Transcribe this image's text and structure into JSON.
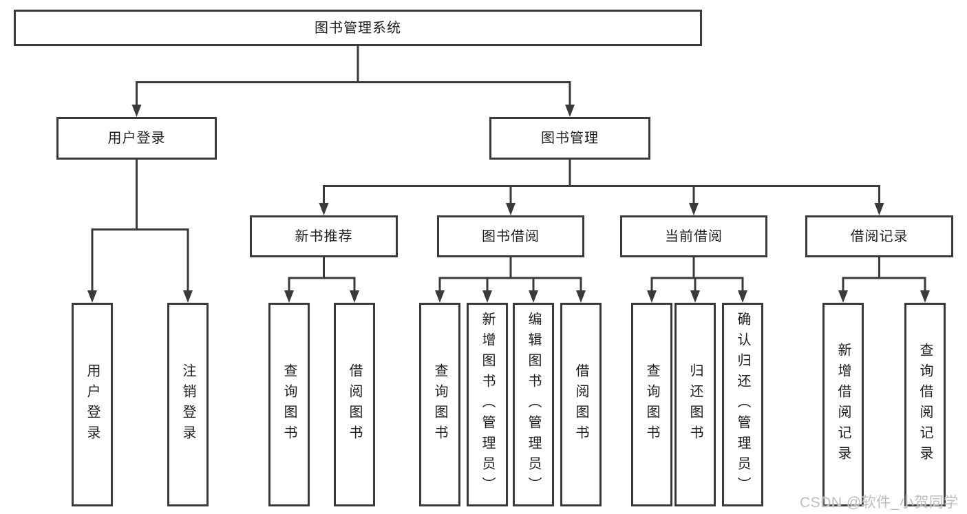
{
  "diagram_title": "图书管理系统",
  "tree": {
    "label": "图书管理系统",
    "children": [
      {
        "label": "用户登录",
        "children": [
          {
            "label": "用户登录"
          },
          {
            "label": "注销登录"
          }
        ]
      },
      {
        "label": "图书管理",
        "children": [
          {
            "label": "新书推荐",
            "children": [
              {
                "label": "查询图书"
              },
              {
                "label": "借阅图书"
              }
            ]
          },
          {
            "label": "图书借阅",
            "children": [
              {
                "label": "查询图书"
              },
              {
                "label": "新增图书（管理员）"
              },
              {
                "label": "编辑图书（管理员）"
              },
              {
                "label": "借阅图书"
              }
            ]
          },
          {
            "label": "当前借阅",
            "children": [
              {
                "label": "查询图书"
              },
              {
                "label": "归还图书"
              },
              {
                "label": "确认归还（管理员）"
              }
            ]
          },
          {
            "label": "借阅记录",
            "children": [
              {
                "label": "新增借阅记录"
              },
              {
                "label": "查询借阅记录"
              }
            ]
          }
        ]
      }
    ]
  },
  "watermark": {
    "text": "CSDN @软件_小贺同学"
  },
  "colors": {
    "line": "#3a3a3a",
    "box_border": "#3a3a3a",
    "box_fill": "#ffffff",
    "text": "#1f1f1f",
    "watermark": "#bfbebe",
    "background": "#ffffff"
  }
}
